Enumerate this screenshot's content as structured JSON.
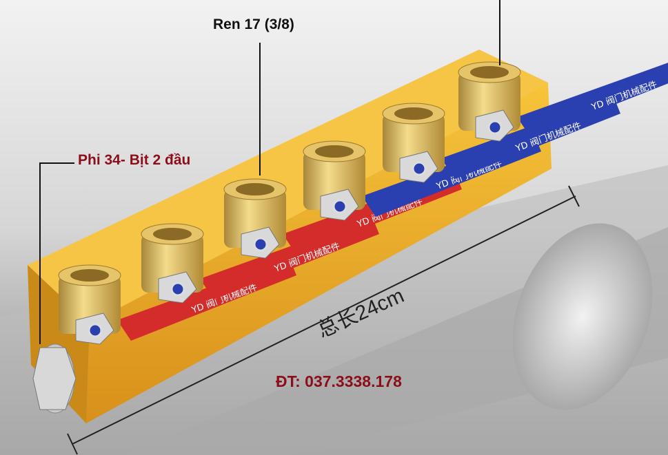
{
  "annotations": {
    "thread_size": "Ren 17 (3/8)",
    "pipe_diameter": "Phi 34- Bịt 2 đầu",
    "total_length": "总长24cm",
    "phone": "ĐT: 037.3338.178"
  },
  "product": {
    "handle_brand": "YD",
    "handle_text": "阀门机械配件",
    "valve_count": 6,
    "handle_colors": [
      "#d42b2b",
      "#d42b2b",
      "#d42b2b",
      "#2a3fb0",
      "#2a3fb0",
      "#2a3fb0"
    ],
    "bar_color": "#e9a61c"
  }
}
